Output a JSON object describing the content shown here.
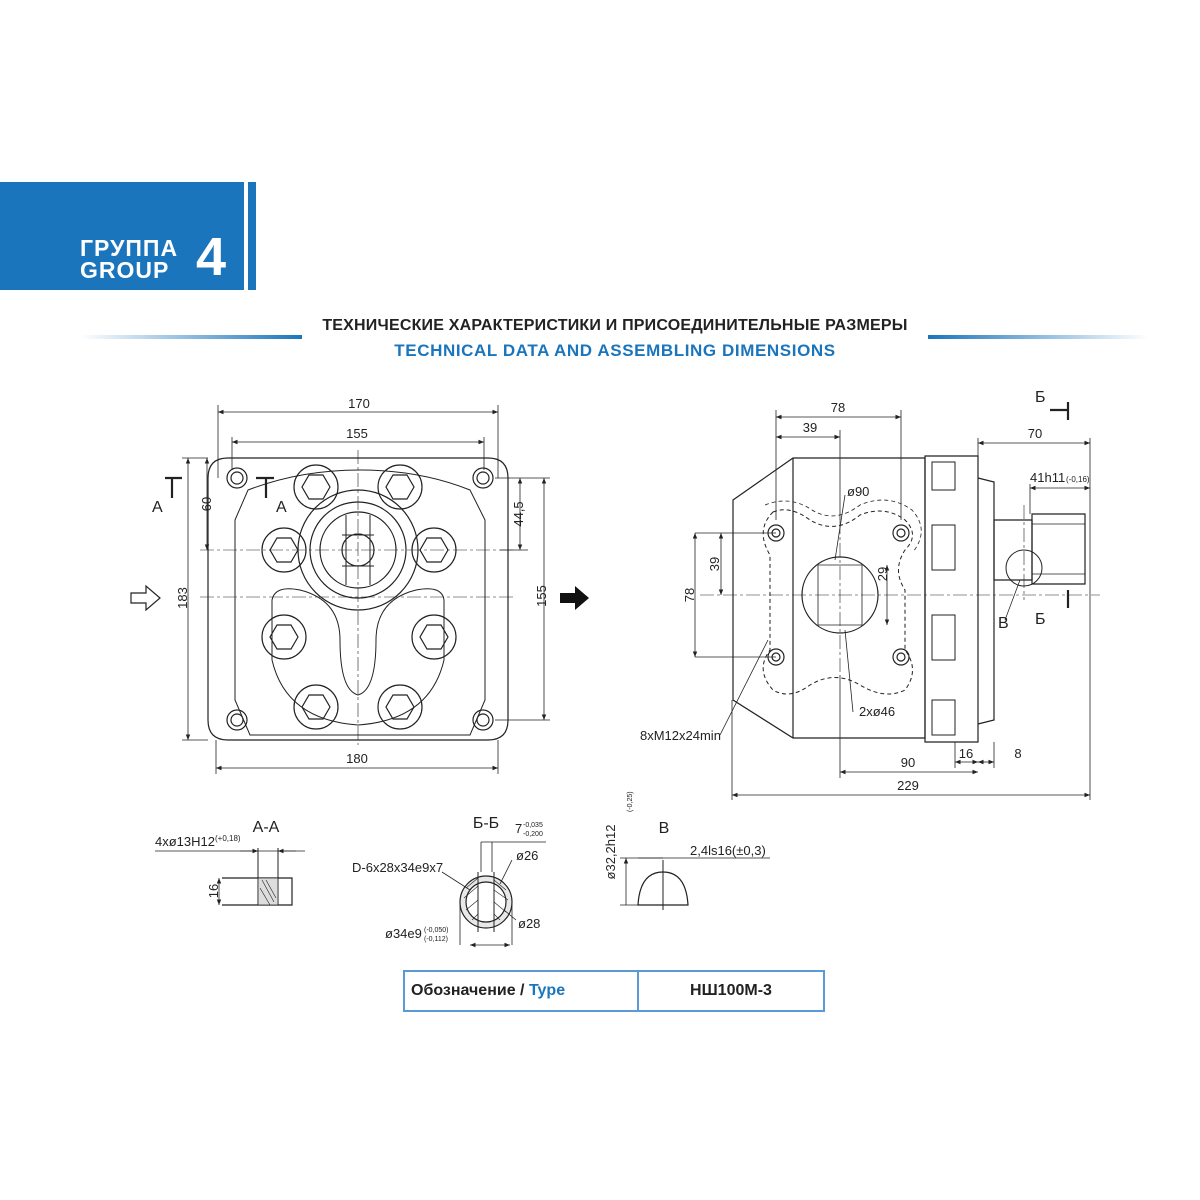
{
  "banner": {
    "ru": "ГРУППА",
    "en": "GROUP",
    "number": "4"
  },
  "header": {
    "title_ru": "ТЕХНИЧЕСКИЕ ХАРАКТЕРИСТИКИ И ПРИСОЕДИНИТЕЛЬНЫЕ РАЗМЕРЫ",
    "title_en": "TECHNICAL DATA AND ASSEMBLING DIMENSIONS"
  },
  "front_view": {
    "dims": [
      "170",
      "155",
      "60",
      "44,5",
      "183",
      "155",
      "180"
    ],
    "section_label": "А"
  },
  "side_view": {
    "dims": [
      "78",
      "39",
      "70",
      "41h11",
      "(-0,16)",
      "ø90",
      "39",
      "29",
      "78",
      "2xø46",
      "8xM12x24min",
      "90",
      "16",
      "8",
      "229"
    ],
    "section_b": "Б",
    "view_v": "В"
  },
  "detail_aa": {
    "title": "А-А",
    "bolt": "4xø13H12",
    "bolt_tol": "(+0,18)",
    "depth": "16"
  },
  "detail_bb": {
    "title": "Б-Б",
    "width": "7",
    "width_tol_top": "-0,035",
    "width_tol_bot": "-0,200",
    "spline": "D-6x28x34e9x7",
    "d26": "ø26",
    "d28": "ø28",
    "d34": "ø34e9",
    "d34_tol_top": "(-0,050)",
    "d34_tol_bot": "(-0,112)"
  },
  "detail_v": {
    "title": "В",
    "diameter": "ø32,2h12",
    "diameter_tol": "(-0,25)",
    "ls": "2,4ls16(±0,3)"
  },
  "type_table": {
    "label_ru": "Обозначение",
    "separator": " / ",
    "label_en": "Type",
    "value": "НШ100М-3"
  },
  "colors": {
    "accent": "#1b75bc",
    "table_border": "#5b9bd5",
    "line": "#222222"
  }
}
